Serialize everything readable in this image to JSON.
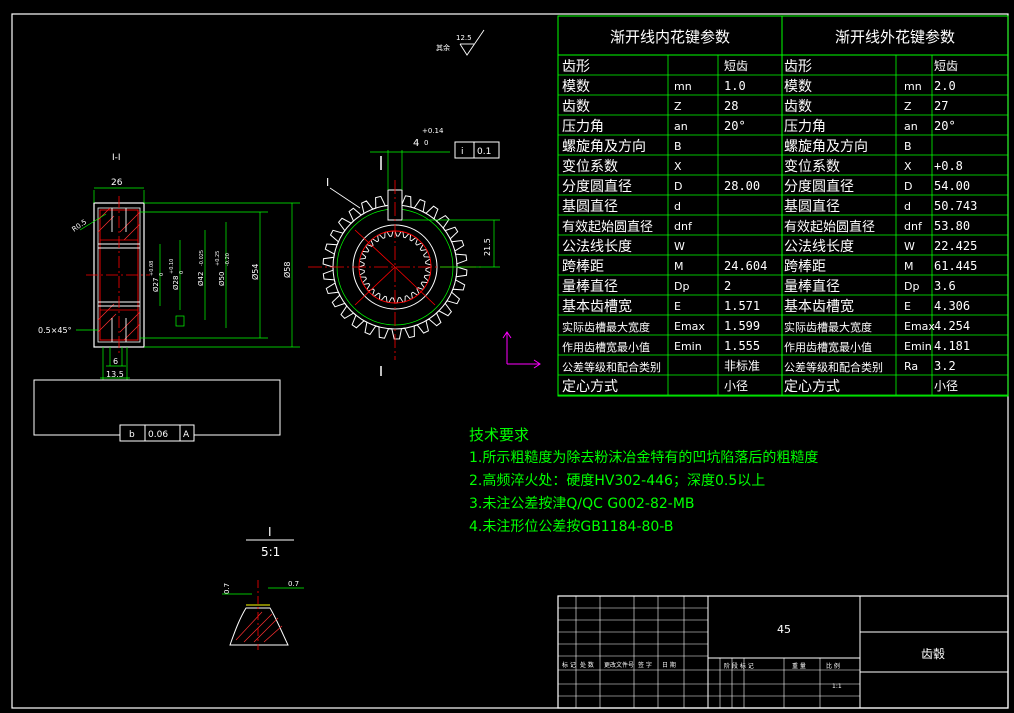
{
  "drawing": {
    "section_label": "I-I",
    "surface_roughness": "12.5",
    "surface_note": "其余",
    "detail_label": "I",
    "detail_scale": "5:1",
    "detail_dim_left": "0.7",
    "detail_dim_right": "0.7",
    "dims": {
      "width_26": "26",
      "width_13_5": "13.5",
      "width_6": "6",
      "chamfer": "0.5×45°",
      "r05": "R0.5",
      "d27": "Ø27",
      "d27_tol_up": "+0.08",
      "d27_tol_lo": "0",
      "d28": "Ø28",
      "d28_tol_up": "+0.10",
      "d28_tol_lo": "0",
      "d42": "Ø42",
      "d42_tol": "-0.025",
      "d50": "Ø50",
      "d50_tol_up": "+0.25",
      "d50_tol_lo": "-0.20",
      "d54": "Ø54",
      "d58": "Ø58",
      "key_width": "4",
      "key_tol_up": "+0.14",
      "key_tol_lo": "0",
      "key_depth": "21.5",
      "front_marker": "I"
    },
    "gtol_front": {
      "symbol": "i",
      "value": "0.1"
    },
    "gtol_bottom": {
      "symbol": "b",
      "value": "0.06",
      "datum": "A"
    }
  },
  "spline_table": {
    "inner_title": "渐开线内花键参数",
    "outer_title": "渐开线外花键参数",
    "rows": [
      {
        "name": "齿形",
        "sym": "",
        "inner": "短齿",
        "oname": "齿形",
        "osym": "",
        "outer": "短齿"
      },
      {
        "name": "模数",
        "sym": "mn",
        "inner": "1.0",
        "oname": "模数",
        "osym": "mn",
        "outer": "2.0"
      },
      {
        "name": "齿数",
        "sym": "Z",
        "inner": "28",
        "oname": "齿数",
        "osym": "Z",
        "outer": "27"
      },
      {
        "name": "压力角",
        "sym": "an",
        "inner": "20°",
        "oname": "压力角",
        "osym": "an",
        "outer": "20°"
      },
      {
        "name": "螺旋角及方向",
        "sym": "B",
        "inner": "",
        "oname": "螺旋角及方向",
        "osym": "B",
        "outer": ""
      },
      {
        "name": "变位系数",
        "sym": "X",
        "inner": "",
        "oname": "变位系数",
        "osym": "X",
        "outer": "+0.8"
      },
      {
        "name": "分度圆直径",
        "sym": "D",
        "inner": "28.00",
        "oname": "分度圆直径",
        "osym": "D",
        "outer": "54.00"
      },
      {
        "name": "基圆直径",
        "sym": "d",
        "inner": "",
        "oname": "基圆直径",
        "osym": "d",
        "outer": "50.743"
      },
      {
        "name": "有效起始圆直径",
        "sym": "dnf",
        "inner": "",
        "oname": "有效起始圆直径",
        "osym": "dnf",
        "outer": "53.80"
      },
      {
        "name": "公法线长度",
        "sym": "W",
        "inner": "",
        "oname": "公法线长度",
        "osym": "W",
        "outer": "22.425"
      },
      {
        "name": "跨棒距",
        "sym": "M",
        "inner": "24.604",
        "oname": "跨棒距",
        "osym": "M",
        "outer": "61.445"
      },
      {
        "name": "量棒直径",
        "sym": "Dp",
        "inner": "2",
        "oname": "量棒直径",
        "osym": "Dp",
        "outer": "3.6"
      },
      {
        "name": "基本齿槽宽",
        "sym": "E",
        "inner": "1.571",
        "oname": "基本齿槽宽",
        "osym": "E",
        "outer": "4.306"
      },
      {
        "name": "实际齿槽最大宽度",
        "sym": "Emax",
        "inner": "1.599",
        "oname": "实际齿槽最大宽度",
        "osym": "Emax",
        "outer": "4.254"
      },
      {
        "name": "作用齿槽宽最小值",
        "sym": "Emin",
        "inner": "1.555",
        "oname": "作用齿槽宽最小值",
        "osym": "Emin",
        "outer": "4.181"
      },
      {
        "name": "公差等级和配合类别",
        "sym": "",
        "inner": "非标准",
        "oname": "公差等级和配合类别",
        "osym": "Ra",
        "outer": "3.2"
      },
      {
        "name": "定心方式",
        "sym": "",
        "inner": "小径",
        "oname": "定心方式",
        "osym": "",
        "outer": "小径"
      }
    ]
  },
  "tech_req": {
    "title": "技术要求",
    "items": [
      "1.所示粗糙度为除去粉沫冶金特有的凹坑陷落后的粗糙度",
      "2.高频淬火处：硬度HV302-446；深度0.5以上",
      "3.未注公差按津Q/QC G002-82-MB",
      "4.未注形位公差按GB1184-80-B"
    ]
  },
  "title_block": {
    "material": "45",
    "part_name": "齿毂",
    "scale": "1:1",
    "labels_left": [
      "标 记",
      "处 数",
      "更改文件号",
      "签 字",
      "日 期"
    ],
    "labels_mid": [
      "阶 段 标 记",
      "重 量",
      "比 例"
    ]
  },
  "colors": {
    "green": "#00ff00",
    "red": "#ff0000",
    "white": "#ffffff",
    "cyan": "#00ffff",
    "magenta": "#ff00ff",
    "yellow": "#ffff00",
    "background": "#000000"
  }
}
